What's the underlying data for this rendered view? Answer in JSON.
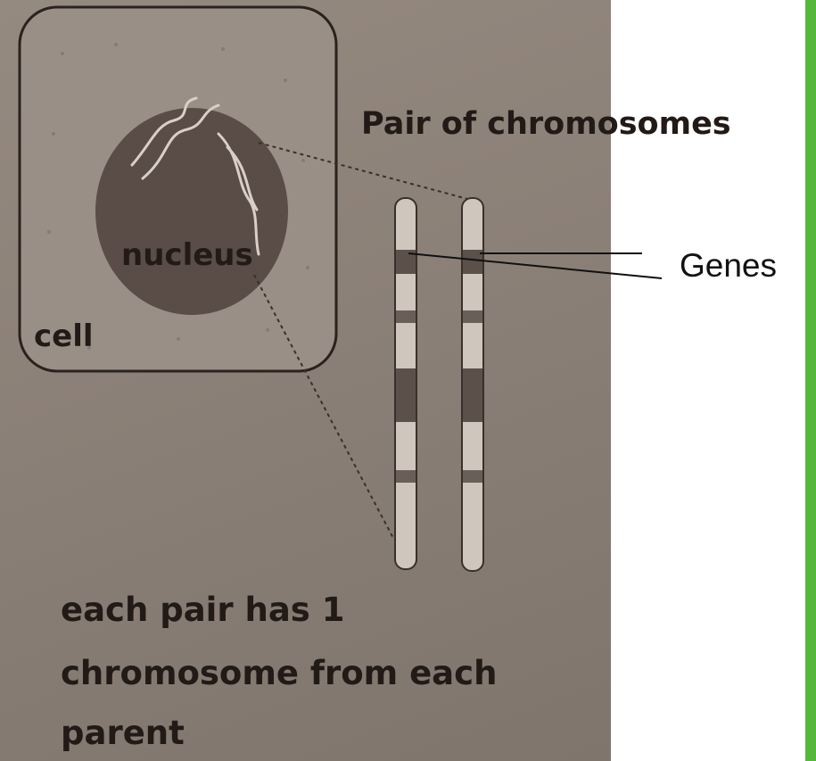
{
  "labels": {
    "title": "Pair of chromosomes",
    "nucleus": "nucleus",
    "cell": "cell",
    "genes": "Genes",
    "note_line1": "each pair has 1",
    "note_line2": "chromosome from each",
    "note_line3": "parent"
  },
  "colors": {
    "photo_background": "#8b8077",
    "cell_fill": "#9a8f86",
    "nucleus_fill": "#5a4c46",
    "band_dark": "#5b504a",
    "accent_edge": "#55b83a"
  }
}
